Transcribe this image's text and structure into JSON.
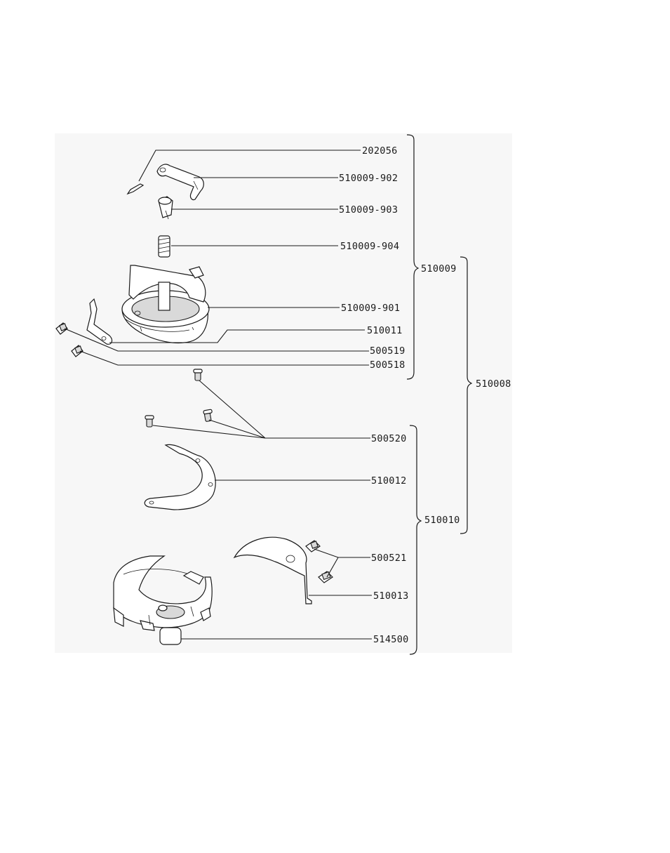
{
  "labels": {
    "p202056": "202056",
    "p510009_902": "510009-902",
    "p510009_903": "510009-903",
    "p510009_904": "510009-904",
    "p510009_901": "510009-901",
    "p510011": "510011",
    "p500519": "500519",
    "p500518": "500518",
    "p500520": "500520",
    "p510012": "510012",
    "p500521": "500521",
    "p510013": "510013",
    "p514500": "514500"
  },
  "groups": {
    "g510009": "510009",
    "g510010": "510010",
    "g510008": "510008"
  }
}
